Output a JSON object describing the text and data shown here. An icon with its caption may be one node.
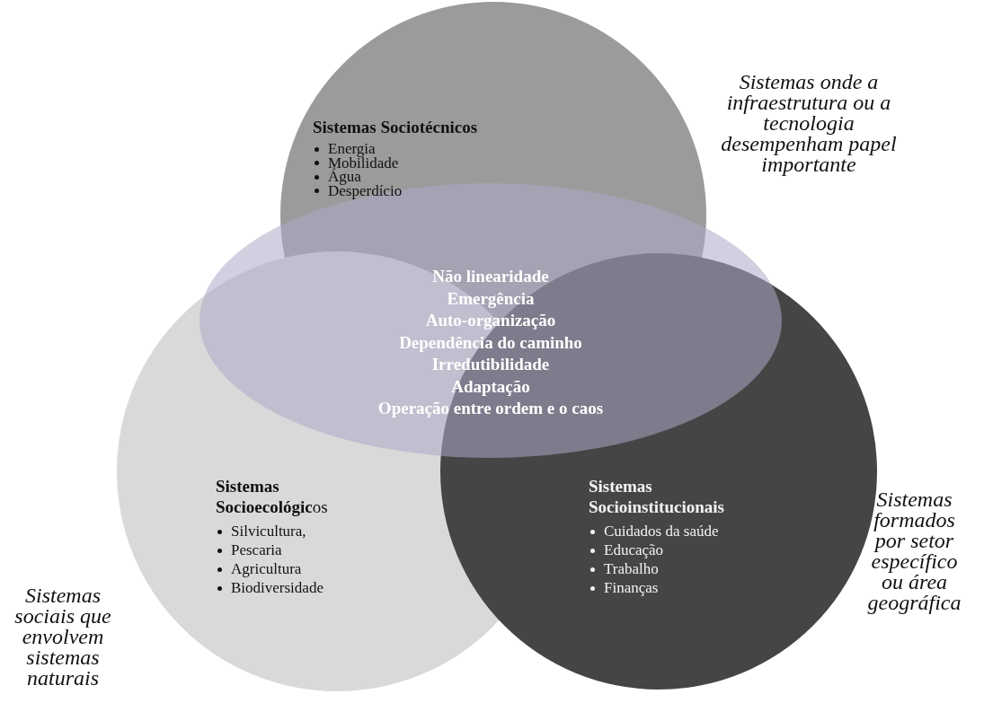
{
  "diagram": {
    "nodes": [
      {
        "text": [
          "Sistemas Sociotécnicos",
          "Energia",
          "Mobilidade",
          "Água",
          "Desperdício"
        ]
      },
      {
        "text": [
          "**Sistemas Socioecológic**os",
          "Silvicultura,",
          "Pescaria",
          "Agricultura",
          "Biodiversidade"
        ]
      },
      {
        "text": [
          "Sistemas Socioinstitucionais",
          "Cuidados da saúde",
          "Educação",
          "Trabalho",
          "Finanças"
        ]
      },
      {
        "text": [
          "Não linearidade",
          "Emergência",
          "Auto-organização",
          "Dependência do caminho",
          "Irredutibilidade",
          "Adaptação",
          "Operação entre ordem e o caos"
        ]
      }
    ],
    "edges": [],
    "labels": [
      "Sistemas onde a infraestrutura ou a tecnologia desempenham papel importante",
      "Sistemas formados por setor específico ou área geográfica",
      "Sistemas sociais que envolvem sistemas naturais"
    ]
  }
}
